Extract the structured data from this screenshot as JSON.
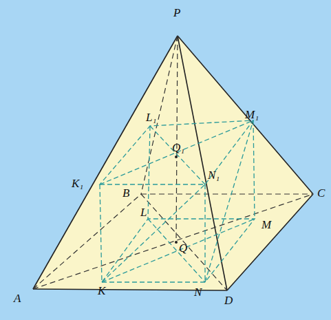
{
  "diagram": {
    "labels": [
      "P",
      "M₁",
      "L₁",
      "Q₁",
      "K₁",
      "N₁",
      "B",
      "C",
      "L",
      "M",
      "Q",
      "A",
      "K",
      "N",
      "D"
    ]
  }
}
